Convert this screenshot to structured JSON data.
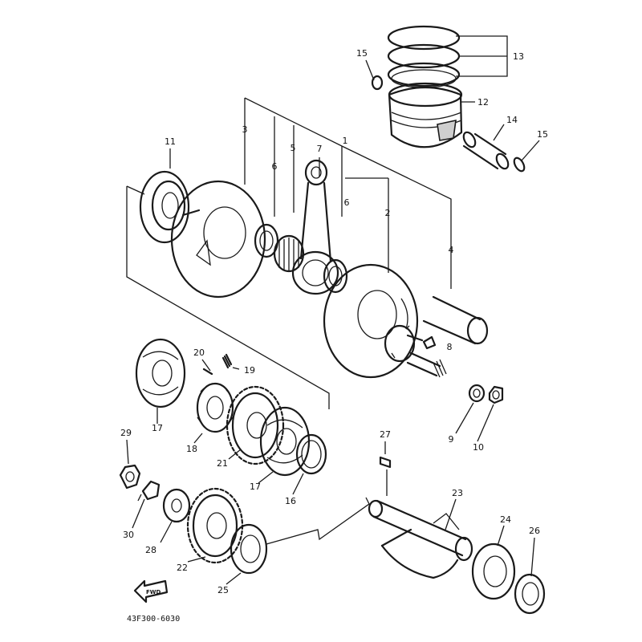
{
  "diagram": {
    "drawing_code": "43F300-6030",
    "direction_marker": "FWD",
    "callouts": [
      "1",
      "2",
      "3",
      "4",
      "5",
      "6",
      "6",
      "7",
      "8",
      "9",
      "10",
      "11",
      "12",
      "13",
      "14",
      "15",
      "15",
      "16",
      "17",
      "17",
      "18",
      "19",
      "20",
      "21",
      "22",
      "23",
      "24",
      "25",
      "26",
      "27",
      "28",
      "29",
      "30"
    ]
  }
}
